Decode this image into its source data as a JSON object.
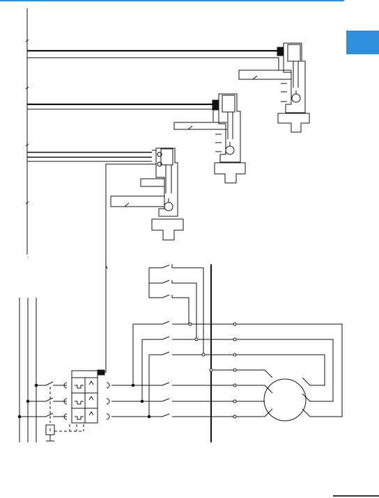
{
  "diagram": {
    "motor_terminals": 6,
    "line_phases": 3,
    "switch_units": 3,
    "breaker_poles": 3,
    "accent_color": "#2f8fdd",
    "line_color": "#111111"
  }
}
